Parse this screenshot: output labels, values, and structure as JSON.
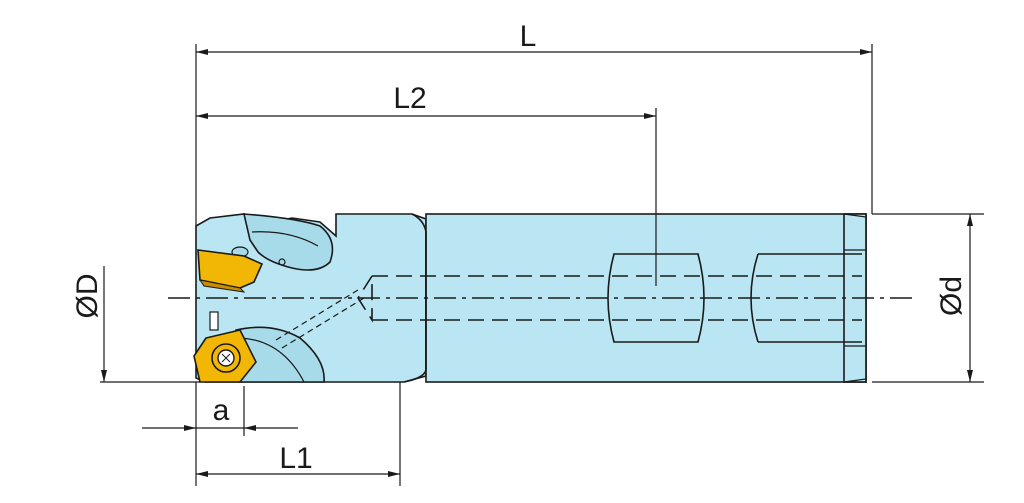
{
  "colors": {
    "body": "#b9e6f2",
    "insert": "#f2b705",
    "insert_dark": "#c98d00",
    "line": "#1a1a1a"
  },
  "dimensions": {
    "L": "L",
    "L2": "L2",
    "L1": "L1",
    "a": "a",
    "D": "ØD",
    "d": "Ød"
  },
  "icons": [
    "arrow-head-icon",
    "insert-screw-icon"
  ]
}
